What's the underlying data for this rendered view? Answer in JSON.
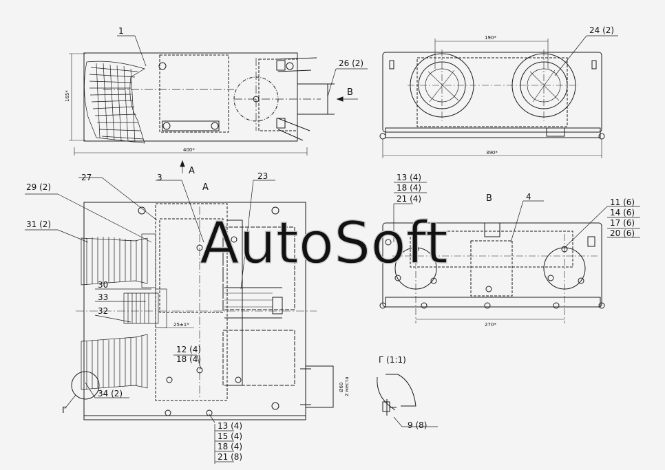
{
  "watermark": "AutoSoft",
  "colors": {
    "background": "#f4f4f4",
    "line": "#1a1a1a",
    "watermark": "#c8c8c8"
  },
  "view_labels": {
    "a_arrow": "A",
    "a_view": "A",
    "b_arrow": "B",
    "b_view": "B",
    "detail": "Г (1:1)",
    "detail_marker": "Г"
  },
  "dimensions": {
    "top_height": "165*",
    "top_width": "400*",
    "top_right_spacing": "190*",
    "top_right_width": "390*",
    "front_offset": "25±1*",
    "right_spacing": "270*",
    "hole_dia": "Ø60",
    "hole_note": "2 места"
  },
  "callouts": {
    "c1": "1",
    "c24": "24 (2)",
    "c26": "26 (2)",
    "c27": "27",
    "c3": "3",
    "c23": "23",
    "c29": "29 (2)",
    "c31": "31 (2)",
    "c30": "30",
    "c33": "33",
    "c32": "32",
    "c34": "34 (2)",
    "c12": "12 (4)",
    "c18b": "18 (4)",
    "c4": "4",
    "c9": "9  (8)"
  },
  "stacks": {
    "left_right_view": [
      "13 (4)",
      "18 (4)",
      "21 (4)"
    ],
    "right_right_view": [
      "11 (6)",
      "14 (6)",
      "17 (6)",
      "20 (6)"
    ],
    "bottom_front": [
      "13 (4)",
      "15 (4)",
      "18 (4)",
      "21 (8)"
    ]
  }
}
